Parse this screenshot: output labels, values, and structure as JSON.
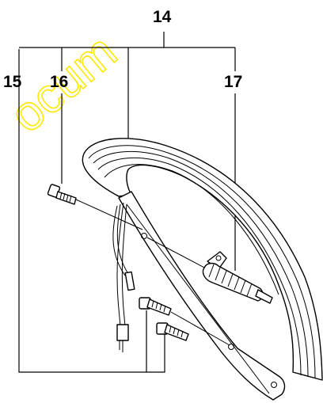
{
  "labels": {
    "assembly": "14",
    "part_a": "15",
    "part_b": "16",
    "part_c": "17"
  },
  "watermark": "ocum",
  "colors": {
    "lines": "#000000",
    "watermark": "#ffe800",
    "background": "#ffffff"
  }
}
